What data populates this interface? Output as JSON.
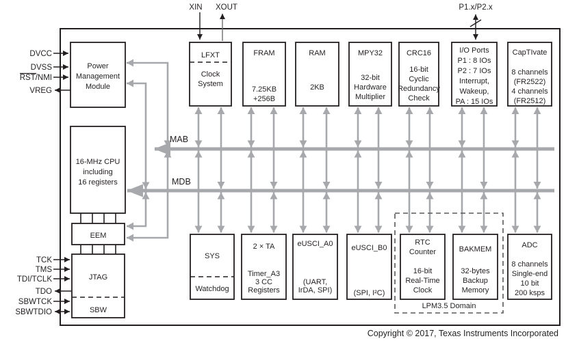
{
  "diagram": {
    "copyright": "Copyright © 2017, Texas Instruments Incorporated",
    "buses": {
      "mab": "MAB",
      "mdb": "MDB"
    },
    "domain_label": "LPM3.5 Domain",
    "top_pins": {
      "xin": "XIN",
      "xout": "XOUT",
      "port": "P1.x/P2.x"
    },
    "left_pins": {
      "dvcc": "DVCC",
      "dvss": "DVSS",
      "rst": "RST/NMI",
      "vreg": "VREG"
    },
    "jtag_pins": {
      "tck": "TCK",
      "tms": "TMS",
      "tdi": "TDI/TCLK",
      "tdo": "TDO",
      "sbwtck": "SBWTCK",
      "sbwtdio": "SBWTDIO"
    },
    "colors": {
      "bus_gray": "#a6a8ab",
      "ink": "#231f20"
    },
    "blocks": {
      "pmm": {
        "l1": "Power",
        "l2": "Management",
        "l3": "Module"
      },
      "cpu": {
        "l1": "16-MHz CPU",
        "l2": "including",
        "l3": "16 registers"
      },
      "eem": {
        "title": "EEM"
      },
      "jtag": {
        "title": "JTAG",
        "sub": "SBW"
      },
      "lfxt": {
        "title": "LFXT",
        "l1": "Clock",
        "l2": "System"
      },
      "fram": {
        "title": "FRAM",
        "l1": "7.25KB",
        "l2": "+256B"
      },
      "ram": {
        "title": "RAM",
        "l1": "2KB"
      },
      "mpy": {
        "title": "MPY32",
        "l1": "32-bit",
        "l2": "Hardware",
        "l3": "Multiplier"
      },
      "crc": {
        "title": "CRC16",
        "l1": "16-bit",
        "l2": "Cyclic",
        "l3": "Redundancy",
        "l4": "Check"
      },
      "io": {
        "title": "I/O Ports",
        "l1": "P1 : 8 IOs",
        "l2": "P2 : 7 IOs",
        "l3": "Interrupt,",
        "l4": "Wakeup,",
        "l5": "PA : 15 IOs"
      },
      "cap": {
        "title": "CapTIvate",
        "l1": "8 channels",
        "l2": "(FR2522)",
        "l3": "4 channels",
        "l4": "(FR2512)"
      },
      "sys": {
        "title": "SYS",
        "sub": "Watchdog"
      },
      "ta": {
        "title": "2 × TA",
        "l1": "Timer_A3",
        "l2": "3 CC",
        "l3": "Registers"
      },
      "usci_a": {
        "title": "eUSCI_A0",
        "l1": "(UART,",
        "l2": "IrDA, SPI)"
      },
      "usci_b": {
        "title": "eUSCI_B0",
        "l1": "(SPI, I²C)"
      },
      "rtc": {
        "title": "RTC",
        "t2": "Counter",
        "l1": "16-bit",
        "l2": "Real-Time",
        "l3": "Clock"
      },
      "bak": {
        "title": "BAKMEM",
        "l1": "32-bytes",
        "l2": "Backup",
        "l3": "Memory"
      },
      "adc": {
        "title": "ADC",
        "l1": "8 channels",
        "l2": "Single-end",
        "l3": "10 bit",
        "l4": "200 ksps"
      }
    }
  }
}
